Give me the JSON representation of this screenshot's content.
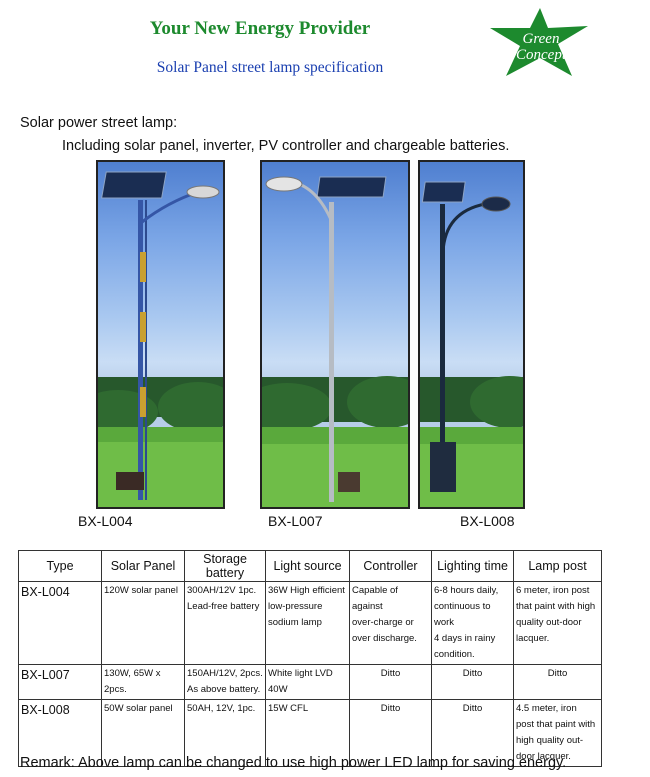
{
  "header": {
    "title": "Your New Energy Provider",
    "subtitle": "Solar Panel street lamp specification",
    "logo_line1": "Green",
    "logo_line2": "Concept",
    "logo_color": "#1d8a2e"
  },
  "intro": {
    "line1": "Solar power street lamp:",
    "line2": "Including solar panel, inverter, PV controller and chargeable batteries."
  },
  "photos": [
    {
      "caption": "BX-L004"
    },
    {
      "caption": "BX-L007"
    },
    {
      "caption": "BX-L008"
    }
  ],
  "table": {
    "headers": [
      "Type",
      "Solar Panel",
      "Storage battery",
      "Light source",
      "Controller",
      "Lighting time",
      "Lamp post"
    ],
    "rows": [
      {
        "type": "BX-L004",
        "solar_panel": "120W solar panel",
        "battery_1": "300AH/12V 1pc.",
        "battery_2": "Lead-free battery",
        "light_1": "36W High efficient",
        "light_2": "low-pressure",
        "light_3": "sodium lamp",
        "controller_1": "Capable of against",
        "controller_2": "over-charge or",
        "controller_3": "over discharge.",
        "time_1": "6-8 hours daily,",
        "time_2": "continuous to work",
        "time_3": "4 days in rainy",
        "time_4": "condition.",
        "post_1": "6 meter, iron post",
        "post_2": "that paint with high",
        "post_3": "quality out-door",
        "post_4": "lacquer."
      },
      {
        "type": "BX-L007",
        "solar_panel_1": "130W, 65W x",
        "solar_panel_2": "2pcs.",
        "battery_1": "150AH/12V, 2pcs.",
        "battery_2": "As above battery.",
        "light_1": "White light LVD",
        "light_2": "40W",
        "controller": "Ditto",
        "time": "Ditto",
        "post": "Ditto"
      },
      {
        "type": "BX-L008",
        "solar_panel": "50W solar panel",
        "battery": "50AH, 12V, 1pc.",
        "light": "15W CFL",
        "controller": "Ditto",
        "time": "Ditto",
        "post_1": "4.5 meter, iron",
        "post_2": "post that paint with",
        "post_3": "high quality out-",
        "post_4": "door lacquer."
      }
    ]
  },
  "remark": "Remark: Above lamp can be changed to use high power LED lamp for saving energy."
}
